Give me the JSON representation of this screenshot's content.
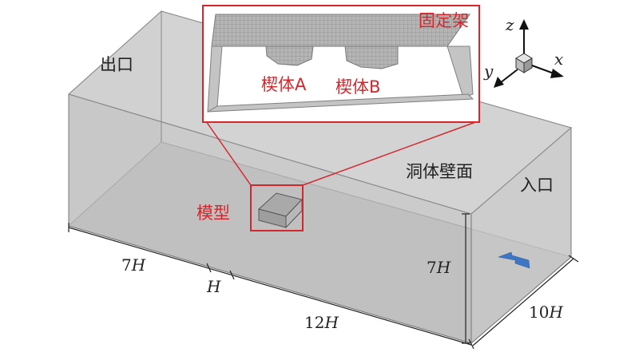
{
  "labels": {
    "outlet": "出口",
    "inlet": "入口",
    "wall": "洞体壁面",
    "model": "模型",
    "frame": "固定架",
    "wedge_a": "楔体A",
    "wedge_b": "楔体B"
  },
  "dimensions": {
    "len_7h": {
      "num": "7",
      "sym": "H"
    },
    "len_h": {
      "num": "",
      "sym": "H"
    },
    "len_12h": {
      "num": "12",
      "sym": "H"
    },
    "height_7h": {
      "num": "7",
      "sym": "H"
    },
    "width_10h": {
      "num": "10",
      "sym": "H"
    }
  },
  "axes": {
    "z": "z",
    "y": "y",
    "x": "x"
  },
  "colors": {
    "highlight": "#d6262c",
    "flow_arrow": "#3e76c4",
    "tunnel_face": "#c9c9c9",
    "tunnel_floor": "#b9b9b9"
  }
}
